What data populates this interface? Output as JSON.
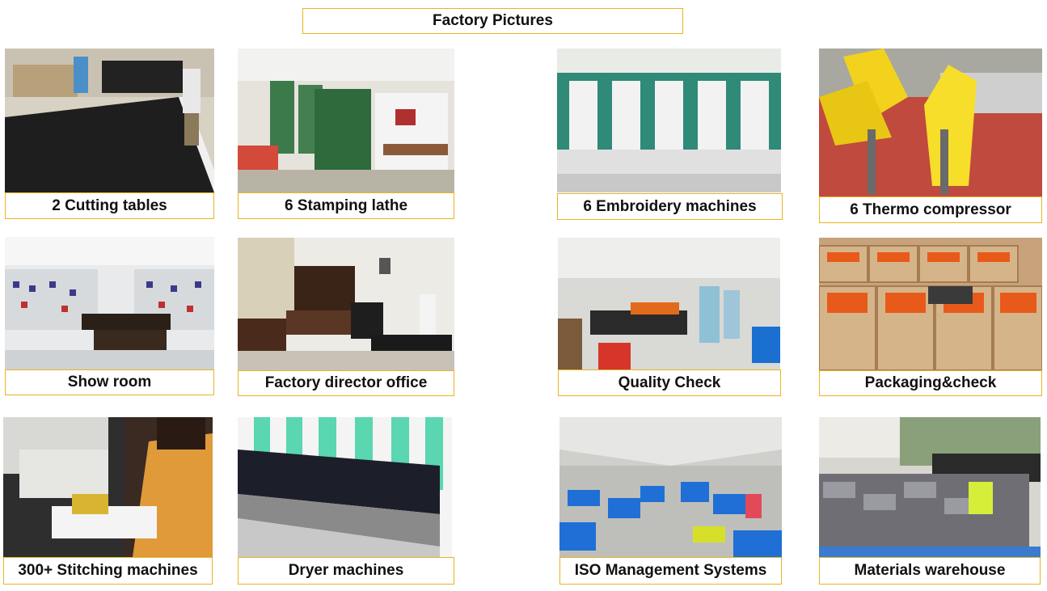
{
  "page": {
    "title": "Factory Pictures"
  },
  "items": [
    {
      "caption": "2 Cutting tables"
    },
    {
      "caption": "6 Stamping lathe"
    },
    {
      "caption": "6 Embroidery machines"
    },
    {
      "caption": "6 Thermo compressor"
    },
    {
      "caption": "Show room"
    },
    {
      "caption": "Factory director office"
    },
    {
      "caption": "Quality Check"
    },
    {
      "caption": "Packaging&check"
    },
    {
      "caption": "300+ Stitching machines"
    },
    {
      "caption": "Dryer machines"
    },
    {
      "caption": "ISO Management Systems"
    },
    {
      "caption": "Materials warehouse"
    }
  ],
  "colors": {
    "border": "#e6b422",
    "text": "#111111"
  }
}
